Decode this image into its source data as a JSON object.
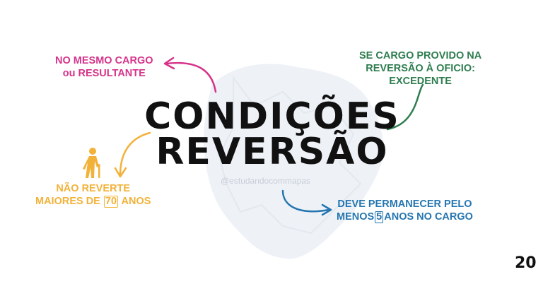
{
  "title": {
    "line1": "CONDIÇÕES",
    "line2": "REVERSÃO"
  },
  "labels": {
    "top_left": {
      "line1": "NO MESMO CARGO",
      "line2": "ou RESULTANTE"
    },
    "top_right": {
      "line1": "SE CARGO PROVIDO NA",
      "line2": "REVERSÃO À OFICIO:",
      "line3": "EXCEDENTE"
    },
    "bottom_left": {
      "line1": "NÃO REVERTE",
      "line2_pre": "MAIORES DE ",
      "line2_num": "70",
      "line2_post": " ANOS"
    },
    "bottom_right": {
      "line1": "DEVE PERMANECER PELO",
      "line2_pre": "MENOS",
      "line2_num": "5",
      "line2_post": "ANOS NO CARGO"
    }
  },
  "watermark": "@estudandocommapas",
  "page_number": "20",
  "colors": {
    "pink": "#d6338a",
    "green": "#2e7d4f",
    "yellow": "#f2b23a",
    "blue": "#2576b0",
    "title": "#111111"
  },
  "icons": [
    "elderly-person-icon"
  ]
}
